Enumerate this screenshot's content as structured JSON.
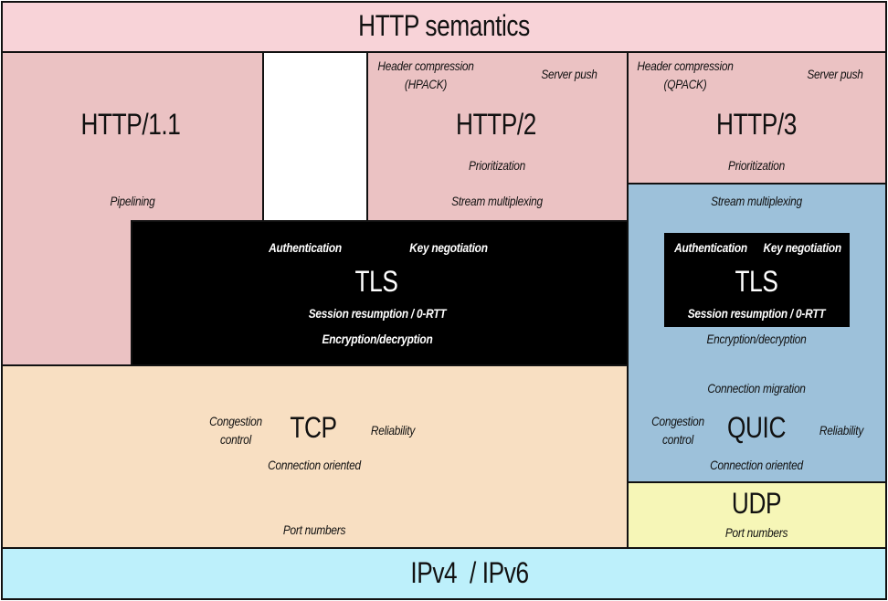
{
  "colors": {
    "http_semantics": "#f8d3d8",
    "http_versions": "#ebc2c3",
    "tls": "#000000",
    "quic": "#9dc1da",
    "tcp": "#f8dfc2",
    "udp": "#f6f6b7",
    "ip": "#bdf0fb",
    "gap": "#ffffff",
    "outline": "#111111"
  },
  "http_semantics": {
    "title": "HTTP semantics"
  },
  "http11": {
    "title": "HTTP/1.1",
    "features": {
      "pipelining": "Pipelining"
    }
  },
  "http2": {
    "title": "HTTP/2",
    "features": {
      "header_compression": "Header compression",
      "header_compression_scheme": "(HPACK)",
      "server_push": "Server push",
      "prioritization": "Prioritization",
      "stream_multiplexing": "Stream multiplexing"
    }
  },
  "http3": {
    "title": "HTTP/3",
    "features": {
      "header_compression": "Header compression",
      "header_compression_scheme": "(QPACK)",
      "server_push": "Server push",
      "prioritization": "Prioritization"
    }
  },
  "tls_tcp": {
    "title": "TLS",
    "features": {
      "authentication": "Authentication",
      "key_negotiation": "Key negotiation",
      "session_resumption": "Session resumption / 0-RTT",
      "encryption": "Encryption/decryption"
    }
  },
  "quic": {
    "title": "QUIC",
    "features": {
      "stream_multiplexing": "Stream multiplexing",
      "encryption": "Encryption/decryption",
      "connection_migration": "Connection migration",
      "congestion_line1": "Congestion",
      "congestion_line2": "control",
      "reliability": "Reliability",
      "connection_oriented": "Connection oriented"
    },
    "tls": {
      "title": "TLS",
      "authentication": "Authentication",
      "key_negotiation": "Key negotiation",
      "session_resumption": "Session resumption / 0-RTT"
    }
  },
  "tcp": {
    "title": "TCP",
    "features": {
      "congestion_line1": "Congestion",
      "congestion_line2": "control",
      "reliability": "Reliability",
      "connection_oriented": "Connection oriented",
      "port_numbers": "Port numbers"
    }
  },
  "udp": {
    "title": "UDP",
    "features": {
      "port_numbers": "Port numbers"
    }
  },
  "ip": {
    "title": "IPv4  / IPv6"
  }
}
